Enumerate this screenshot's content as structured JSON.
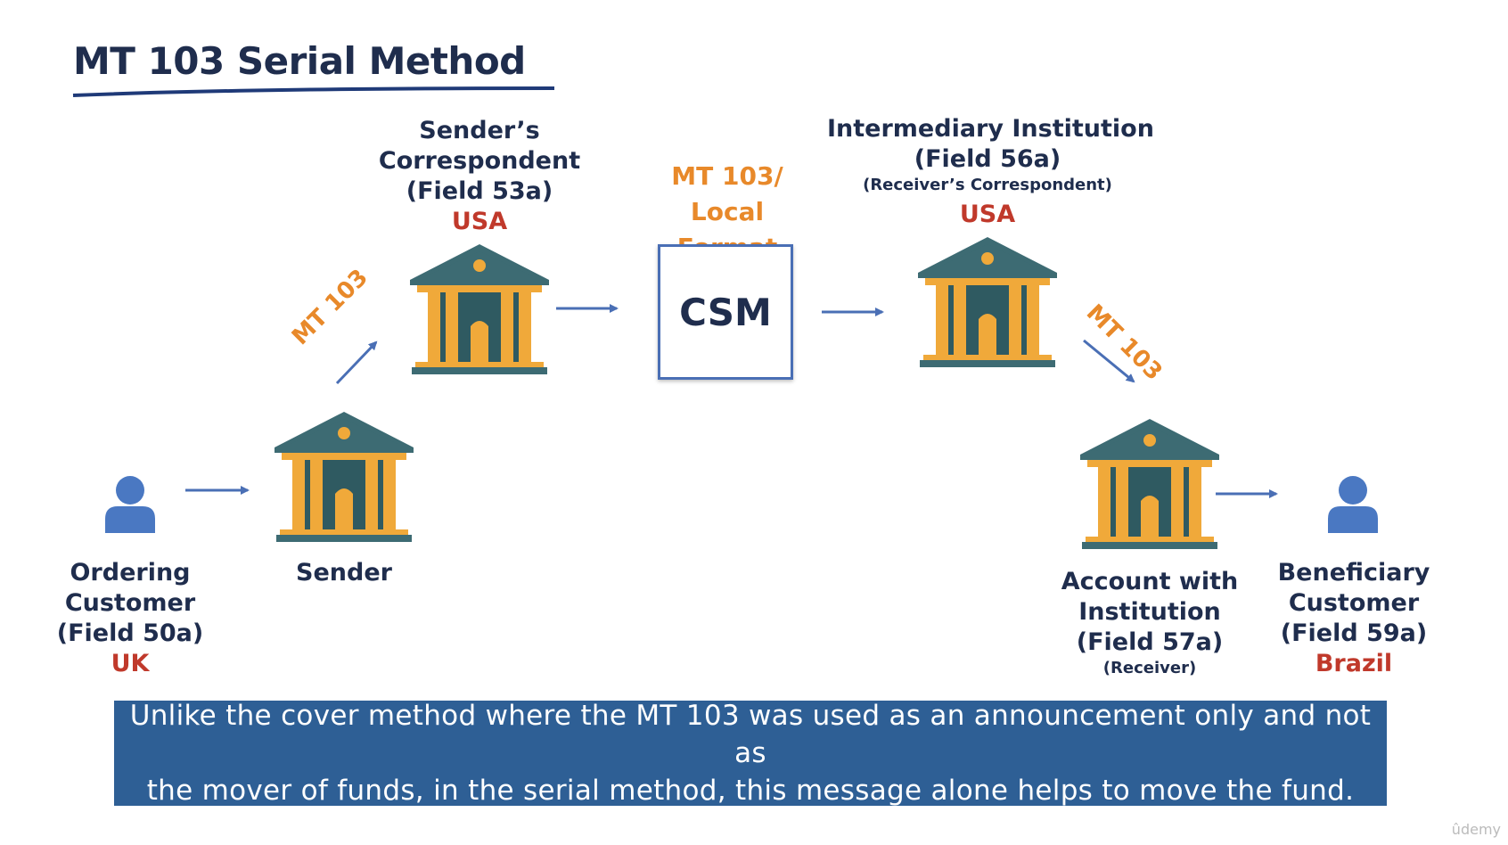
{
  "title": "MT 103 Serial Method",
  "nodes": {
    "ordering_customer": {
      "lines": [
        "Ordering",
        "Customer",
        "(Field 50a)"
      ],
      "country": "UK"
    },
    "sender": {
      "label": "Sender"
    },
    "senders_correspondent": {
      "lines": [
        "Sender’s",
        "Correspondent",
        "(Field 53a)"
      ],
      "country": "USA"
    },
    "csm": {
      "label": "CSM",
      "format_lines": [
        "MT 103/",
        "Local Format"
      ]
    },
    "intermediary": {
      "lines": [
        "Intermediary Institution",
        "(Field 56a)"
      ],
      "note": "(Receiver’s Correspondent)",
      "country": "USA"
    },
    "account_with": {
      "lines": [
        "Account with",
        "Institution",
        "(Field 57a)"
      ],
      "note": "(Receiver)"
    },
    "beneficiary": {
      "lines": [
        "Beneficiary",
        "Customer",
        "(Field 59a)"
      ],
      "country": "Brazil"
    }
  },
  "arrow_labels": {
    "left": "MT 103",
    "right": "MT 103"
  },
  "banner": {
    "line1": "Unlike the cover method where the MT 103 was used as an announcement only and not as",
    "line2": "the mover of funds,  in the serial method, this message alone helps to move the fund."
  },
  "watermark": "ûdemy",
  "colors": {
    "navy": "#1f2d4d",
    "teal": "#3d6b73",
    "gold": "#f0a93a",
    "orange": "#e8892a",
    "red": "#c0392b",
    "banner": "#2e5f95",
    "person": "#4a78c2",
    "arrow": "#4a6fb5"
  }
}
